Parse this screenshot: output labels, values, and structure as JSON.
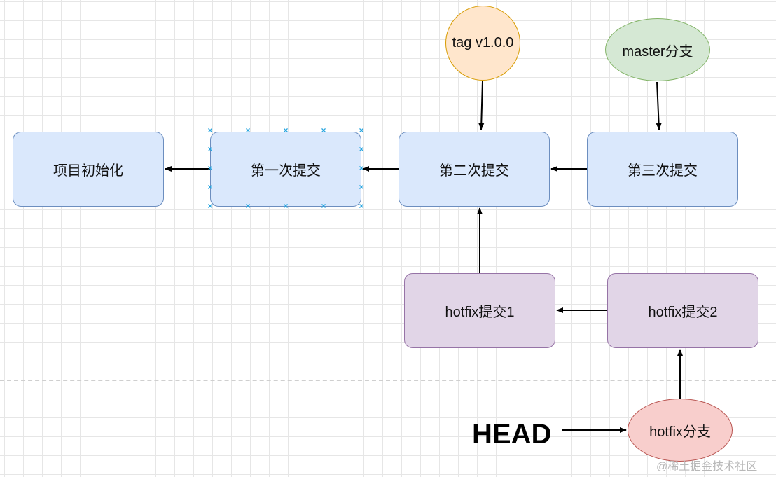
{
  "nodes": {
    "init": "项目初始化",
    "first": "第一次提交",
    "second": "第二次提交",
    "third": "第三次提交",
    "hotfix1": "hotfix提交1",
    "hotfix2": "hotfix提交2",
    "tag": "tag v1.0.0",
    "master": "master分支",
    "hotfix_branch": "hotfix分支",
    "head": "HEAD"
  },
  "colors": {
    "commit_fill": "#dae8fc",
    "commit_stroke": "#6c8ebf",
    "hotfix_fill": "#e1d5e7",
    "hotfix_stroke": "#9673a6",
    "tag_fill": "#ffe6cc",
    "tag_stroke": "#d79b00",
    "master_fill": "#d5e8d4",
    "master_stroke": "#82b366",
    "hotfix_branch_fill": "#f8cecc",
    "hotfix_branch_stroke": "#b85450",
    "selection_handle": "#29a6e0"
  },
  "watermark": "@稀土掘金技术社区"
}
